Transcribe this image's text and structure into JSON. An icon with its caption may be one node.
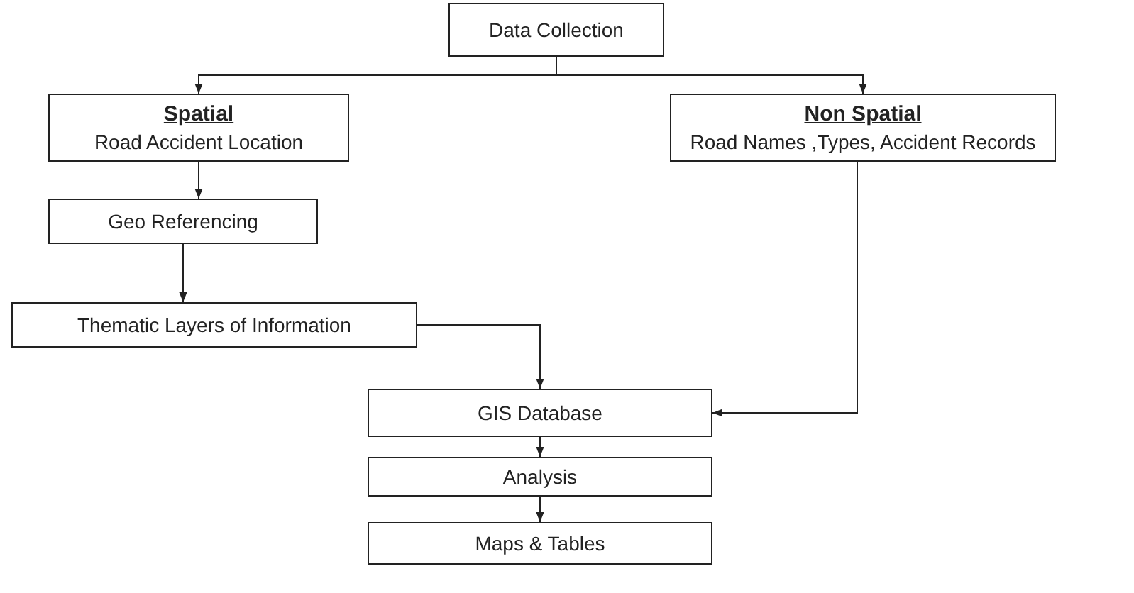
{
  "diagram": {
    "nodes": [
      {
        "text": [
          "Data Collection"
        ]
      },
      {
        "text": [
          "Spatial",
          "Road Accident Location"
        ]
      },
      {
        "text": [
          "Non Spatial",
          "Road Names ,Types, Accident Records"
        ]
      },
      {
        "text": [
          "Geo Referencing"
        ]
      },
      {
        "text": [
          "Thematic Layers of Information"
        ]
      },
      {
        "text": [
          "GIS Database"
        ]
      },
      {
        "text": [
          "Analysis"
        ]
      },
      {
        "text": [
          "Maps & Tables"
        ]
      }
    ],
    "edges": [
      {
        "from": 0,
        "to": 1,
        "arrow": "to"
      },
      {
        "from": 0,
        "to": 2,
        "arrow": "to"
      },
      {
        "from": 1,
        "to": 3,
        "arrow": "to"
      },
      {
        "from": 3,
        "to": 4,
        "arrow": "to"
      },
      {
        "from": 4,
        "to": 5,
        "arrow": "to"
      },
      {
        "from": 2,
        "to": 5,
        "arrow": "to"
      },
      {
        "from": 5,
        "to": 6,
        "arrow": "to"
      },
      {
        "from": 6,
        "to": 7,
        "arrow": "to"
      }
    ]
  }
}
